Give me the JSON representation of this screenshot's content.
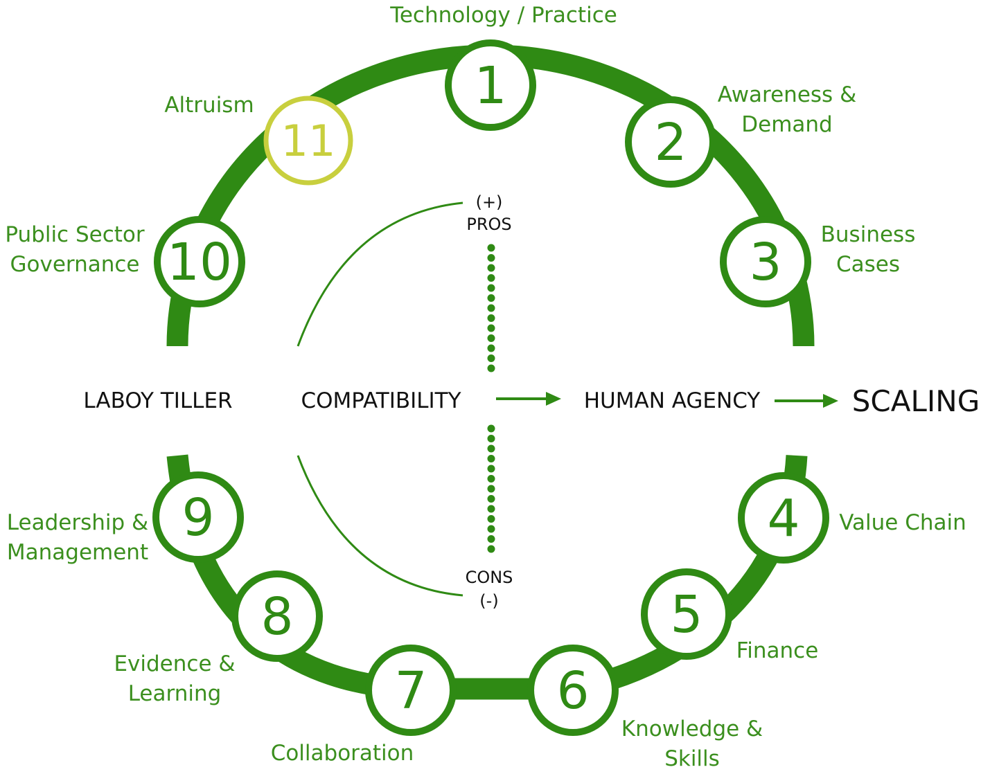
{
  "colors": {
    "green": "#2f8a14",
    "label_green": "#3b8f1e",
    "altruism_yellow": "#c8cf3e",
    "text_black": "#111111"
  },
  "factors": [
    {
      "number": "1",
      "lines": [
        "Technology / Practice"
      ]
    },
    {
      "number": "2",
      "lines": [
        "Awareness &",
        "Demand"
      ]
    },
    {
      "number": "3",
      "lines": [
        "Business",
        "Cases"
      ]
    },
    {
      "number": "4",
      "lines": [
        "Value Chain"
      ]
    },
    {
      "number": "5",
      "lines": [
        "Finance"
      ]
    },
    {
      "number": "6",
      "lines": [
        "Knowledge &",
        "Skills"
      ]
    },
    {
      "number": "7",
      "lines": [
        "Collaboration"
      ]
    },
    {
      "number": "8",
      "lines": [
        "Evidence &",
        "Learning"
      ]
    },
    {
      "number": "9",
      "lines": [
        "Leadership &",
        "Management"
      ]
    },
    {
      "number": "10",
      "lines": [
        "Public Sector",
        "Governance"
      ]
    },
    {
      "number": "11",
      "lines": [
        "Altruism"
      ]
    }
  ],
  "center": {
    "subject": "LABOY TILLER",
    "compatibility": "COMPATIBILITY",
    "human_agency": "HUMAN AGENCY",
    "scaling": "SCALING",
    "pros_sign": "(+)",
    "pros": "PROS",
    "cons": "CONS",
    "cons_sign": "(-)"
  }
}
